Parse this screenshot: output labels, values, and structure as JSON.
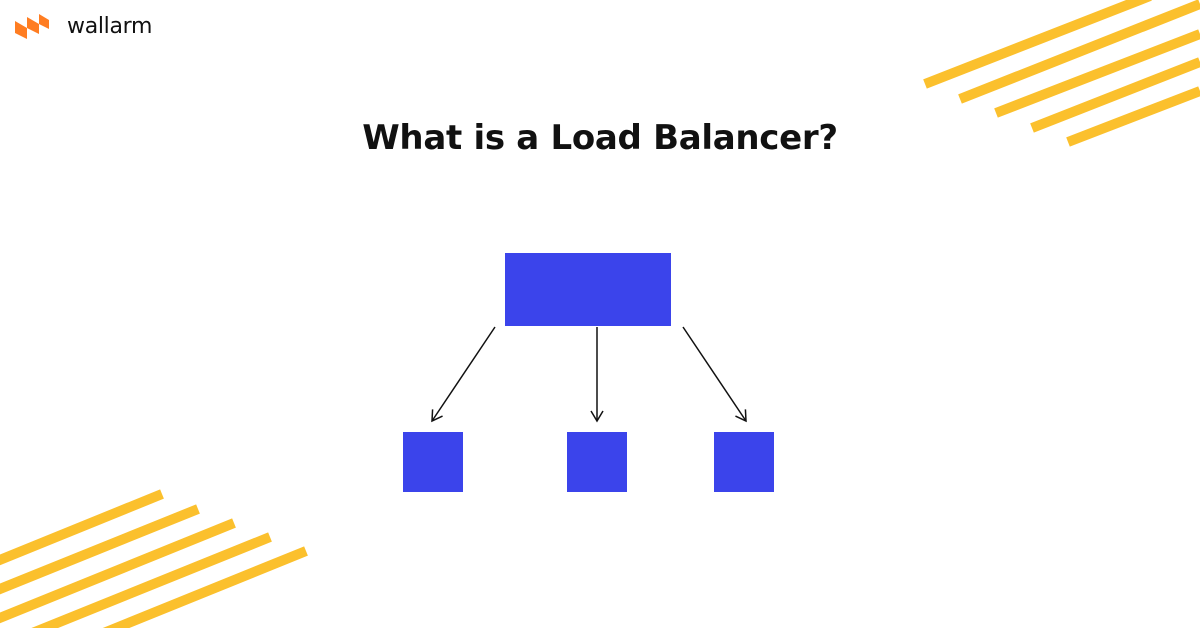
{
  "brand": {
    "name": "wallarm",
    "logo_icon": "wallarm-logo-icon",
    "logo_color": "#ff7d22"
  },
  "title": "What is a Load Balancer?",
  "colors": {
    "background": "#ffffff",
    "accent_stripes": "#fbc02d",
    "node_fill": "#3b44eb",
    "arrow": "#111111",
    "text": "#111111"
  },
  "diagram": {
    "type": "tree",
    "root": {
      "id": "load-balancer",
      "label": ""
    },
    "children": [
      {
        "id": "server-1",
        "label": ""
      },
      {
        "id": "server-2",
        "label": ""
      },
      {
        "id": "server-3",
        "label": ""
      }
    ],
    "edges": [
      {
        "from": "load-balancer",
        "to": "server-1"
      },
      {
        "from": "load-balancer",
        "to": "server-2"
      },
      {
        "from": "load-balancer",
        "to": "server-3"
      }
    ]
  }
}
